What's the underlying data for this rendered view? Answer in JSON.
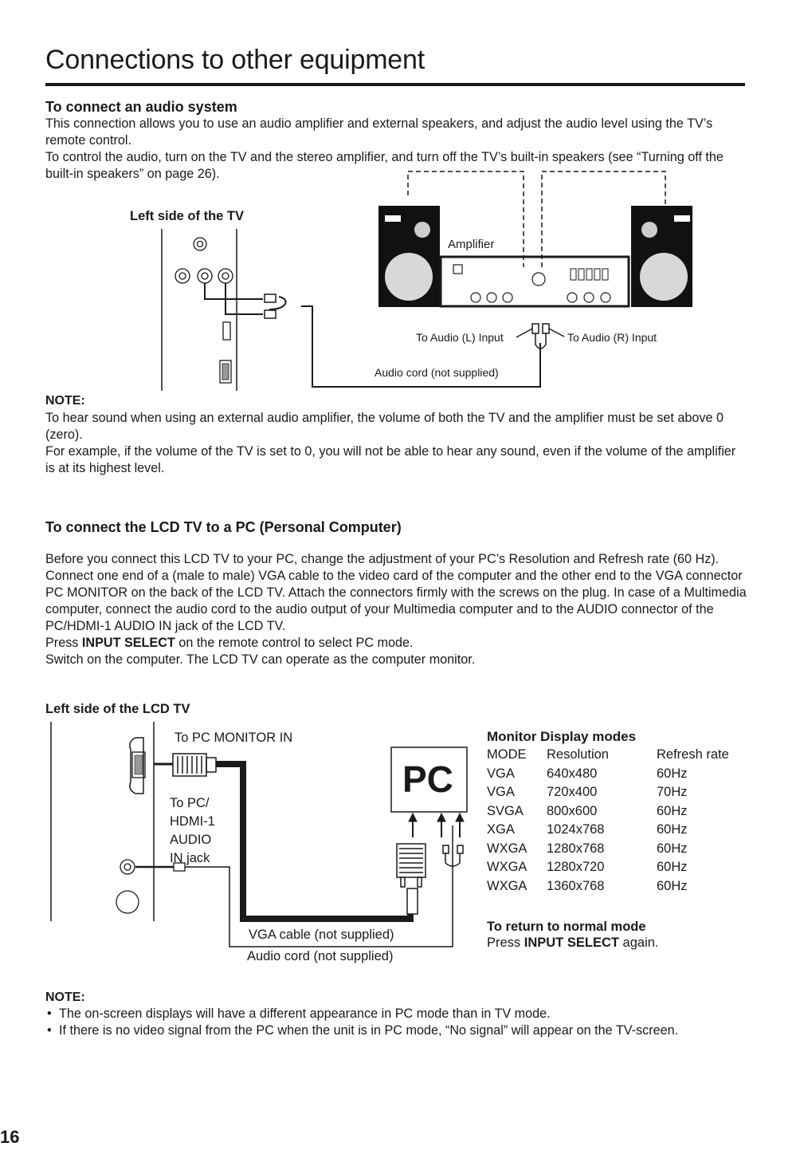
{
  "page_title": "Connections to other equipment",
  "page_number": "16",
  "audio": {
    "heading": "To connect an audio system",
    "paragraphs": [
      "This connection allows you to use an audio amplifier and external speakers, and adjust the audio level using the TV’s remote control.",
      "To control the audio, turn on the TV and the stereo amplifier, and turn off the TV’s built-in speakers (see “Turning off the built-in speakers” on page 26)."
    ],
    "diagram": {
      "tv_side_label": "Left side of the TV",
      "amplifier_label": "Amplifier",
      "to_left_input": "To Audio (L) Input",
      "to_right_input": "To Audio (R) Input",
      "audio_cord": "Audio cord (not supplied)"
    },
    "note_label": "NOTE:",
    "note_paragraphs": [
      "To hear sound when using an external audio amplifier, the volume of both the TV and the amplifier must be set above 0 (zero).",
      "For example, if the volume of the TV is set to 0, you will not be able to hear any sound, even if the volume of the amplifier is at its highest level."
    ]
  },
  "pc": {
    "heading": "To connect the LCD TV to a PC (Personal Computer)",
    "paragraphs": [
      "Before you connect this LCD TV to your PC, change the adjustment of your PC’s Resolution and Refresh rate (60 Hz).",
      "Connect one end of a (male to male) VGA cable to the video card of the computer and the other end to the VGA connector PC MONITOR on the back of the LCD TV. Attach the connectors firmly with the screws on the plug. In case of a Multimedia computer, connect the audio cord to the audio output of your Multimedia computer and to the AUDIO connector of the PC/HDMI-1 AUDIO IN jack of the LCD TV."
    ],
    "press_prefix": "Press ",
    "press_bold": "INPUT SELECT",
    "press_suffix": " on the remote control to select PC mode.",
    "switch_text": "Switch on the computer. The LCD TV can operate as the computer monitor.",
    "diagram": {
      "side_label": "Left side of the LCD TV",
      "pc_monitor_in": "To PC MONITOR IN",
      "audio_in_lines": [
        "To PC/",
        "HDMI-1",
        "AUDIO",
        "IN jack"
      ],
      "pc_label": "PC",
      "vga_cable": "VGA cable (not supplied)",
      "audio_cord": "Audio cord (not supplied)"
    },
    "modes": {
      "heading": "Monitor Display modes",
      "columns": [
        "MODE",
        "Resolution",
        "Refresh rate"
      ],
      "rows": [
        [
          "VGA",
          "640x480",
          "60Hz"
        ],
        [
          "VGA",
          "720x400",
          "70Hz"
        ],
        [
          "SVGA",
          "800x600",
          "60Hz"
        ],
        [
          "XGA",
          "1024x768",
          "60Hz"
        ],
        [
          "WXGA",
          "1280x768",
          "60Hz"
        ],
        [
          "WXGA",
          "1280x720",
          "60Hz"
        ],
        [
          "WXGA",
          "1360x768",
          "60Hz"
        ]
      ]
    },
    "return": {
      "heading": "To return to normal mode",
      "prefix": "Press ",
      "bold": "INPUT SELECT",
      "suffix": " again."
    },
    "note_label": "NOTE:",
    "notes": [
      "The on-screen displays will have a different appearance in PC mode than in TV mode.",
      "If there is no video signal from the PC when the unit is in PC mode, “No signal” will appear on the TV-screen."
    ]
  }
}
